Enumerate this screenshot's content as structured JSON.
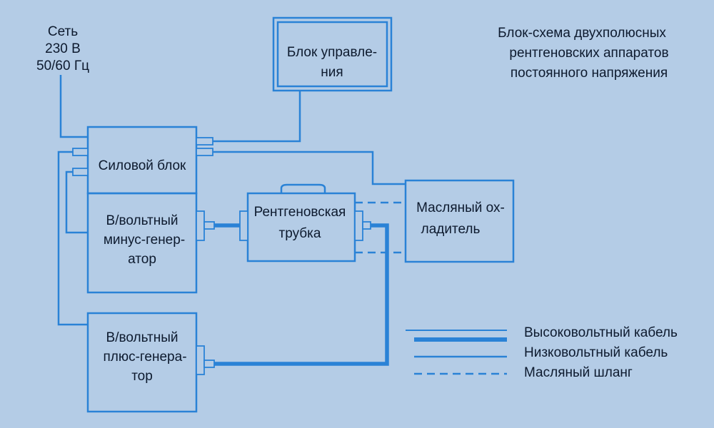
{
  "title": [
    "Блок-схема двухполюсных",
    "рентгеновских аппаратов",
    "постоянного напряжения"
  ],
  "mains": [
    "Сеть",
    "230 В",
    "50/60 Гц"
  ],
  "blocks": {
    "control": [
      "Блок управле-",
      "ния"
    ],
    "power": [
      "Силовой блок"
    ],
    "minus_gen": [
      "В/вольтный",
      "минус-генер-",
      "атор"
    ],
    "plus_gen": [
      "В/вольтный",
      "плюс-генера-",
      "тор"
    ],
    "tube": [
      "Рентгеновская",
      "трубка"
    ],
    "cooler": [
      "Масляный ох-",
      "ладитель"
    ]
  },
  "legend": {
    "high_voltage": "Высоковольтный кабель",
    "low_voltage": "Низковольтный кабель",
    "oil_hose": "Масляный шланг"
  },
  "colors": {
    "background": "#b4cce6",
    "line": "#2a82d6",
    "text": "#0d1a2e"
  }
}
